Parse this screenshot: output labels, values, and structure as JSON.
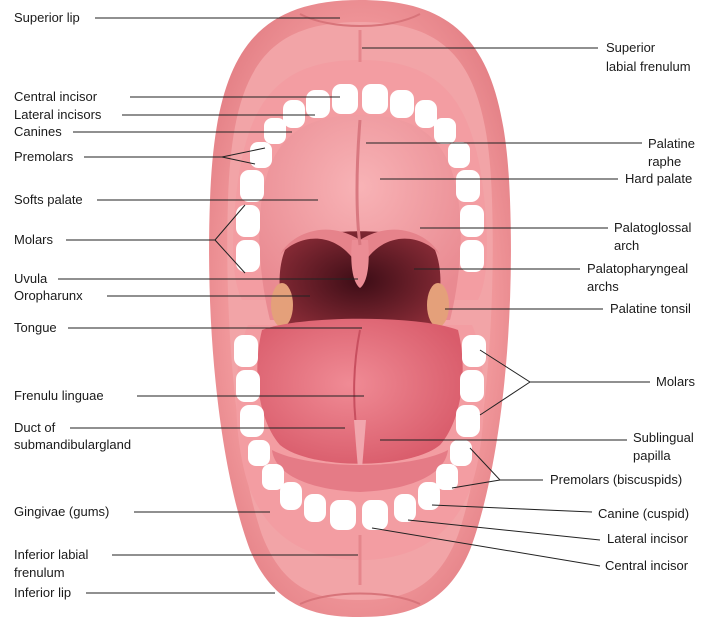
{
  "labels_left": {
    "superior_lip": "Superior lip",
    "central_incisor": "Central incisor",
    "lateral_incisors": "Lateral incisors",
    "canines": "Canines",
    "premolars": "Premolars",
    "softs_palate": "Softs palate",
    "molars": "Molars",
    "uvula": "Uvula",
    "oropharunx": "Oropharunx",
    "tongue": "Tongue",
    "frenulu_linguae": "Frenulu linguae",
    "duct_line1": "Duct of",
    "duct_line2": "submandibulargland",
    "gingivae": "Gingivae (gums)",
    "inferior_labial_line1": "Inferior labial",
    "inferior_labial_line2": "frenulum",
    "inferior_lip": "Inferior lip"
  },
  "labels_right": {
    "superior_labial_line1": "Superior",
    "superior_labial_line2": "labial frenulum",
    "palatine_raphe_line1": "Palatine",
    "palatine_raphe_line2": "raphe",
    "hard_palate": "Hard palate",
    "palatoglossal_line1": "Palatoglossal",
    "palatoglossal_line2": "arch",
    "palatopharyngeal_line1": "Palatopharyngeal",
    "palatopharyngeal_line2": "archs",
    "palatine_tonsil": "Palatine tonsil",
    "molars": "Molars",
    "sublingual_line1": "Sublingual",
    "sublingual_line2": "papilla",
    "premolars_biscuspids": "Premolars (biscuspids)",
    "canine_cuspid": "Canine (cuspid)",
    "lateral_incisor": "Lateral incisor",
    "central_incisor": "Central incisor"
  },
  "colors": {
    "lip": "#ef8f92",
    "lip_dark": "#d96d72",
    "gum": "#f4a0a4",
    "palate": "#f3a1a6",
    "throat": "#6b1f2a",
    "tongue": "#e66f7c",
    "tooth": "#ffffff",
    "tonsil": "#e7a37a",
    "line": "#222222"
  }
}
